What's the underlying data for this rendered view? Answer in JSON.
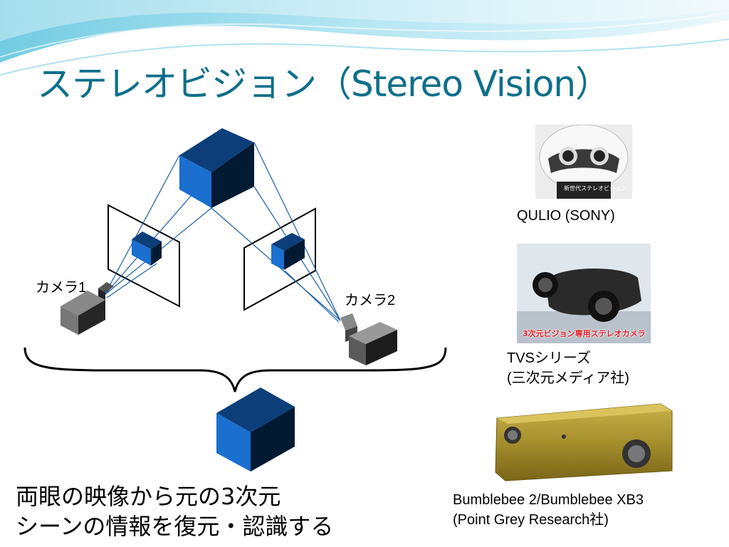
{
  "slide": {
    "title": "ステレオビジョン（Stereo Vision）",
    "camera1_label": "カメラ1",
    "camera2_label": "カメラ2",
    "caption_line1": "両眼の映像から元の3次元",
    "caption_line2": "シーンの情報を復元・認識する"
  },
  "products": [
    {
      "caption_line1": "QULIO (SONY)",
      "caption_line2": "",
      "photo_text": "新世代ステレオビジョン"
    },
    {
      "caption_line1": "TVSシリーズ",
      "caption_line2": "(三次元メディア社)",
      "photo_text": "3次元ビジョン専用ステレオカメラ"
    },
    {
      "caption_line1": "Bumblebee 2/Bumblebee XB3",
      "caption_line2": "(Point Grey Research社)",
      "photo_text": ""
    }
  ],
  "colors": {
    "title": "#0e6f8a",
    "cube_front": "#1a6fcf",
    "cube_side": "#031a33",
    "cube_top": "#0c3f7a",
    "ray": "#1c5fa8",
    "wave_light": "#bfe8f3",
    "wave_mid": "#7ccfe3",
    "accent_red": "#e11b22"
  }
}
